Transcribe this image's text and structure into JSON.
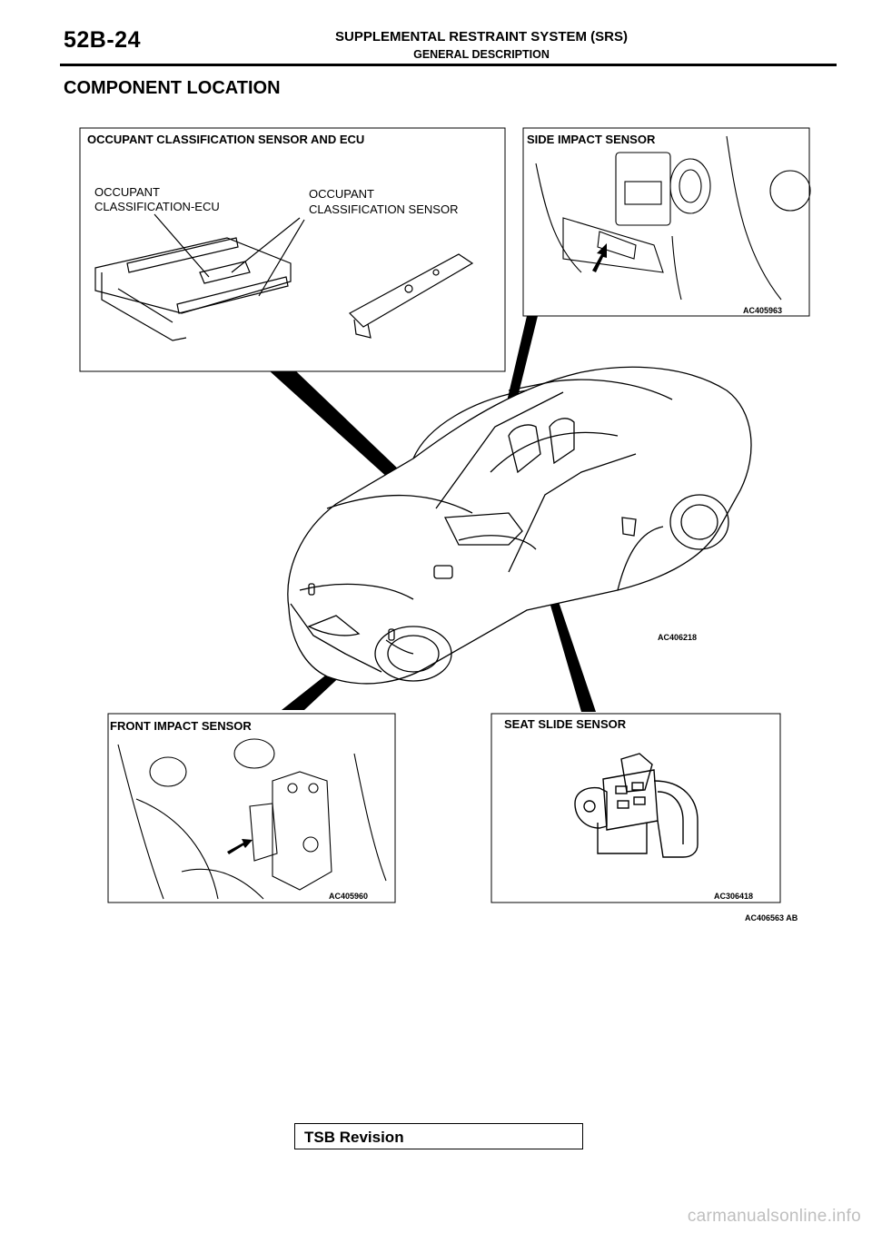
{
  "header": {
    "section_code": "52B-24",
    "manual_title": "SUPPLEMENTAL RESTRAINT SYSTEM (SRS)",
    "subsection": "GENERAL DESCRIPTION"
  },
  "page_title": "COMPONENT LOCATION",
  "figure": {
    "figure_code": "AC406563 AB",
    "vehicle_code": "AC406218",
    "panels": {
      "occupant": {
        "title": "OCCUPANT CLASSIFICATION SENSOR AND ECU",
        "ecu_label_line1": "OCCUPANT",
        "ecu_label_line2": "CLASSIFICATION-ECU",
        "sensor_label_line1": "OCCUPANT",
        "sensor_label_line2": "CLASSIFICATION SENSOR"
      },
      "side_impact": {
        "title": "SIDE IMPACT SENSOR",
        "code": "AC405963"
      },
      "front_impact": {
        "title": "FRONT IMPACT SENSOR",
        "code": "AC405960"
      },
      "seat_slide": {
        "title": "SEAT SLIDE SENSOR",
        "code": "AC306418"
      }
    }
  },
  "footer": {
    "tsb_label": "TSB Revision"
  },
  "watermark": "carmanualsonline.info"
}
